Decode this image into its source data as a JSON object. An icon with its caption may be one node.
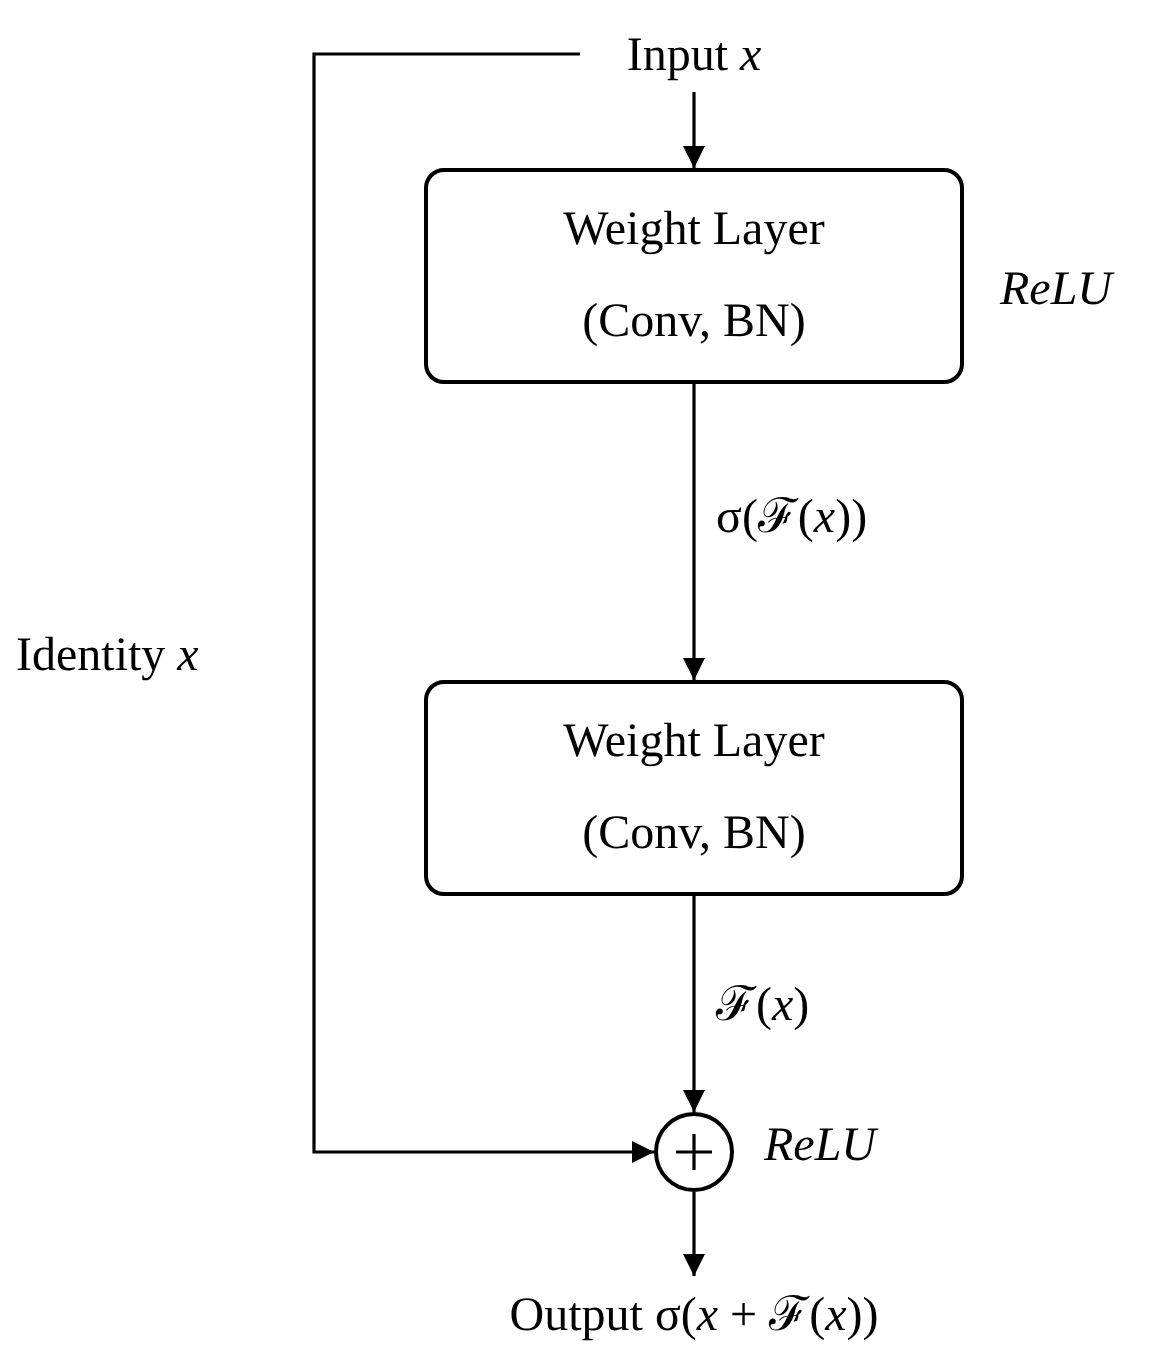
{
  "diagram": {
    "nodes": [
      {
        "text": [
          "Input *x*"
        ]
      },
      {
        "text": [
          "Weight Layer",
          "(Conv, BN)"
        ],
        "beside": [
          "ReLU"
        ]
      },
      {
        "text": [
          "Weight Layer",
          "(Conv, BN)"
        ]
      },
      {
        "text": [],
        "shape": "circle",
        "beside": [
          "ReLU"
        ]
      },
      {
        "text": [
          "Output σ(*x* + ℱ(*x*))"
        ]
      }
    ],
    "edges": [
      {
        "from": 0,
        "to": 1,
        "arrow": "to"
      },
      {
        "from": 1,
        "to": 2,
        "arrow": "to",
        "label": "σ(ℱ(*x*))"
      },
      {
        "from": 2,
        "to": 3,
        "arrow": "to",
        "label": "ℱ(*x*)"
      },
      {
        "from": 0,
        "to": 3,
        "arrow": "to",
        "label": "Identity *x*"
      },
      {
        "from": 3,
        "to": 4,
        "arrow": "to"
      }
    ]
  }
}
